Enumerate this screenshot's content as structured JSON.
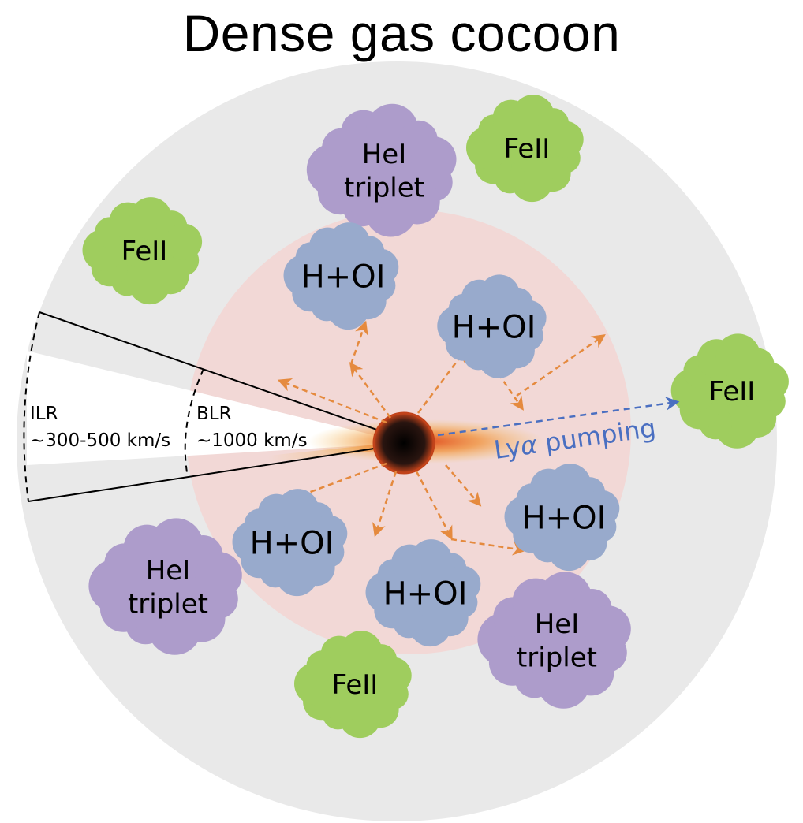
{
  "title": "Dense gas cocoon",
  "colors": {
    "cocoon": "#e9e9e9",
    "blr_region": "#f2d8d6",
    "feii_cloud": "#9fcd5e",
    "hei_cloud": "#ad9ccb",
    "hoi_cloud": "#98aacc",
    "arrow_orange": "#e58a3e",
    "arrow_blue": "#4a6fc1",
    "core": "#1a1210"
  },
  "labels": {
    "ilr_name": "ILR",
    "ilr_speed": "~300-500 km/s",
    "blr_name": "BLR",
    "blr_speed": "~1000 km/s",
    "lya_prefix": "Ly",
    "lya_alpha": "α",
    "lya_suffix": " pumping"
  },
  "clouds": {
    "feii_top_right": "FeII",
    "feii_top_left": "FeII",
    "feii_right": "FeII",
    "feii_bottom": "FeII",
    "hei_top_line1": "HeI",
    "hei_top_line2": "triplet",
    "hei_bottom_left_line1": "HeI",
    "hei_bottom_left_line2": "triplet",
    "hei_bottom_right_line1": "HeI",
    "hei_bottom_right_line2": "triplet",
    "hoi_upper_left": "H+OI",
    "hoi_upper_right": "H+OI",
    "hoi_right": "H+OI",
    "hoi_left": "H+OI",
    "hoi_bottom": "H+OI"
  }
}
